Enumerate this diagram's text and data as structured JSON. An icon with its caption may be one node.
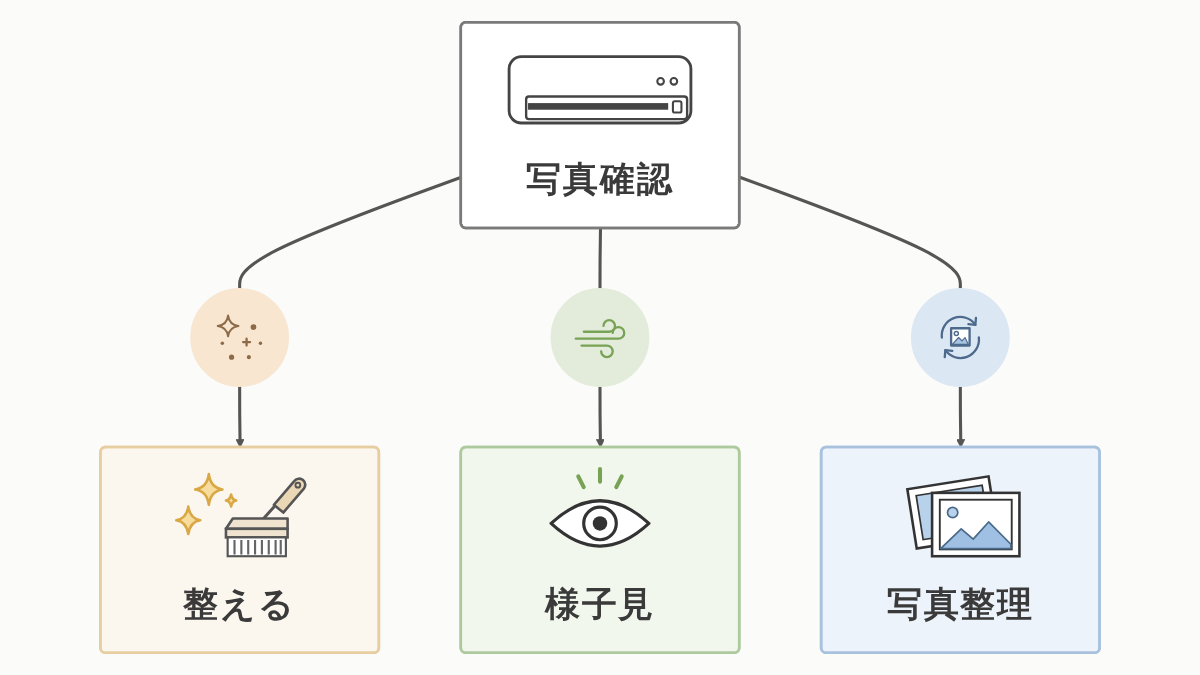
{
  "diagram": {
    "nodes": [
      {
        "text": [
          "写真確認"
        ]
      },
      {
        "text": [],
        "shape": "circle"
      },
      {
        "text": [],
        "shape": "circle"
      },
      {
        "text": [],
        "shape": "circle"
      },
      {
        "text": [
          "整える"
        ]
      },
      {
        "text": [
          "様子見"
        ]
      },
      {
        "text": [
          "写真整理"
        ]
      }
    ],
    "edges": [
      {
        "from": 0,
        "to": 1,
        "arrow": "none"
      },
      {
        "from": 0,
        "to": 2,
        "arrow": "none"
      },
      {
        "from": 0,
        "to": 3,
        "arrow": "none"
      },
      {
        "from": 1,
        "to": 4,
        "arrow": "to"
      },
      {
        "from": 2,
        "to": 5,
        "arrow": "to"
      },
      {
        "from": 3,
        "to": 6,
        "arrow": "to"
      }
    ]
  }
}
